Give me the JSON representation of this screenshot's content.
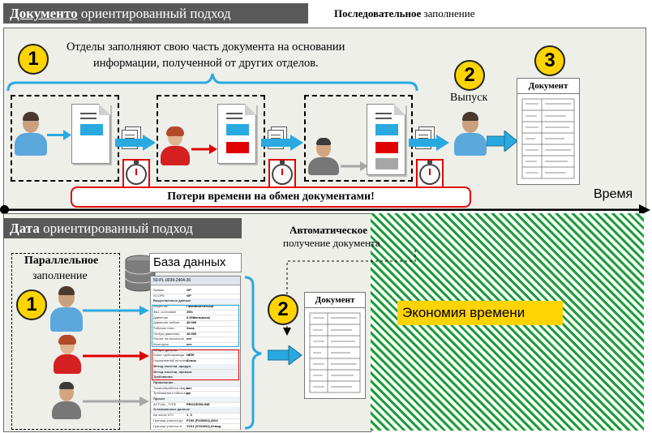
{
  "top": {
    "title_bold": "Документо",
    "title_rest": " ориентированный подход",
    "seq_bold": "Последовательное",
    "seq_rest": " заполнение",
    "step1_num": "1",
    "step1_text_line1": "Отделы заполняют свою часть документа на основании",
    "step1_text_line2": "информации, полученной от других отделов.",
    "step2_num": "2",
    "step2_label": "Выпуск",
    "step3_num": "3",
    "doc_label": "Документ",
    "loss_text": "Потери времени на обмен документами",
    "loss_suffix": "!"
  },
  "axis": {
    "label": "Время"
  },
  "bottom": {
    "title_bold": "Дата",
    "title_rest": " ориентированный подход",
    "par_bold": "Параллельное",
    "par_rest": "заполнение",
    "db_label": "База данных",
    "auto_bold": "Автоматическое",
    "auto_rest": "получение документа",
    "step1_num": "1",
    "step2_num": "2",
    "doc_label": "Документ",
    "savings": "Экономия времени"
  },
  "colors": {
    "accent_blue": "#29a9e0",
    "red": "#e00000",
    "grey": "#a6a6a6",
    "yellow": "#ffd400",
    "green": "#1e9e3a"
  },
  "db_table": {
    "header": "50-PL-0039-2404-26",
    "rows": [
      [
        "System",
        "GP"
      ],
      [
        "SCOPE",
        "GP"
      ],
      [
        "Вещественные данные",
        ""
      ],
      [
        "Вещество",
        "Пиковоагентный"
      ],
      [
        "Физ. состояние",
        "2Фз"
      ],
      [
        "Давление",
        "0.00Мегаrасcal"
      ],
      [
        "Давление тюбинг",
        "40.000"
      ],
      [
        "Рабочая темп.",
        "Зона"
      ],
      [
        "Потери давления",
        "40.000"
      ],
      [
        "Расчет на прочность",
        "нет"
      ],
      [
        "Категория",
        "нет"
      ],
      [
        "Общие данные",
        ""
      ],
      [
        "Класс трубопровода",
        "NEW"
      ],
      [
        "Нормативный источник",
        "Сталь"
      ],
      [
        "Метод очистки, продув",
        ""
      ],
      [
        "Метод очистки, промыв",
        ""
      ],
      [
        "Требования",
        ""
      ],
      [
        "Примечание",
        ""
      ],
      [
        "Термообработка сварки",
        "нет"
      ],
      [
        "Требования стойкости",
        "да"
      ],
      [
        "Прочее",
        ""
      ],
      [
        "ACTUAL_TYPE",
        "PROCESSLINE"
      ],
      [
        "Установочные данные",
        ""
      ],
      [
        "Ав листа КТС",
        "1_3"
      ],
      [
        "Граница участка до",
        "P100 (P100/N1),4102"
      ],
      [
        "Граница участка от",
        "V101 (V101/N1),Отвод"
      ]
    ]
  }
}
